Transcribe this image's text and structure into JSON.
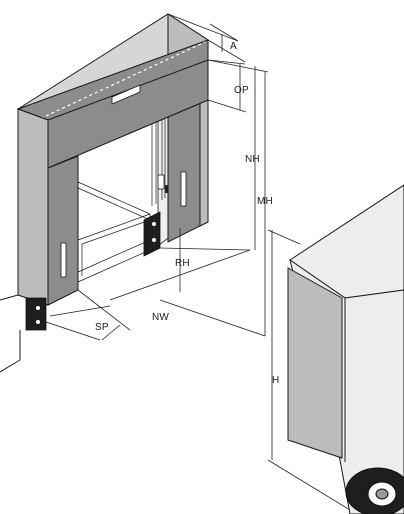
{
  "diagram": {
    "labels": {
      "a": "A",
      "op": "OP",
      "nh": "NH",
      "mh": "MH",
      "rh": "RH",
      "nw": "NW",
      "sp": "SP",
      "h": "H"
    }
  }
}
